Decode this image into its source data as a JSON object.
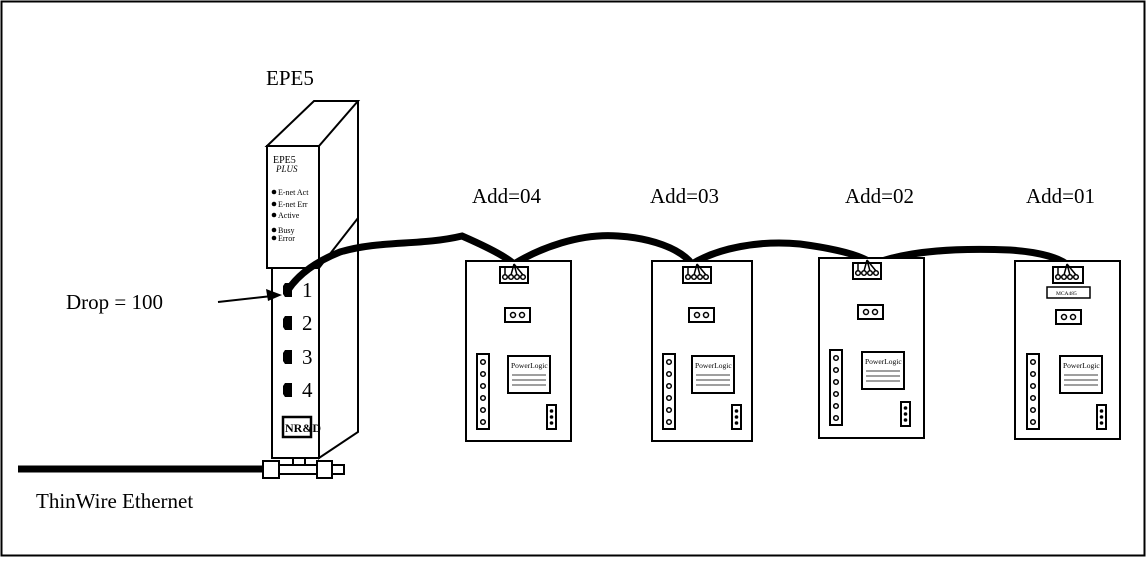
{
  "title": "EPE5",
  "module": {
    "name": "EPE5",
    "subtitle": "PLUS",
    "leds": [
      "E-net Act",
      "E-net Err",
      "Active",
      "Busy",
      "Error"
    ],
    "ports": [
      "1",
      "2",
      "3",
      "4"
    ],
    "logo": "NR&D"
  },
  "drop_label": "Drop = 100",
  "network_label": "ThinWire Ethernet",
  "devices": [
    {
      "address": "Add=04",
      "brand": "PowerLogic"
    },
    {
      "address": "Add=03",
      "brand": "PowerLogic"
    },
    {
      "address": "Add=02",
      "brand": "PowerLogic"
    },
    {
      "address": "Add=01",
      "brand": "PowerLogic",
      "adapter": "MCA485"
    }
  ]
}
